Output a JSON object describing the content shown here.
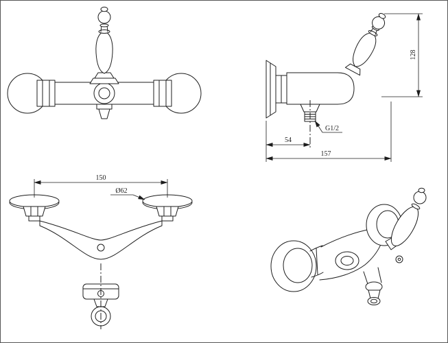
{
  "colors": {
    "line": "#1c1c1c",
    "background": "#ffffff"
  },
  "labels": {
    "dim_128": "128",
    "thread_g12": "G1/2",
    "dim_54": "54",
    "dim_157": "157",
    "dim_150": "150",
    "dia_62": "Ø62"
  }
}
